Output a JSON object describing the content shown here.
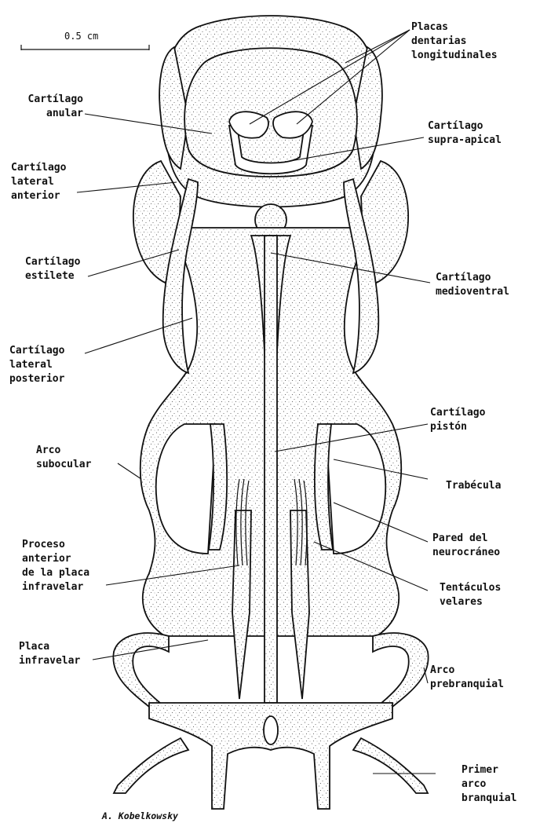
{
  "scale_bar": {
    "label": "0.5 cm"
  },
  "labels": {
    "placas_dentarias": [
      "Placas",
      "dentarias",
      "longitudinales"
    ],
    "cartilago_anular": [
      "Cartílago",
      "anular"
    ],
    "cartilago_supra_apical": [
      "Cartílago",
      "supra-apical"
    ],
    "cartilago_lateral_anterior": [
      "Cartílago",
      "lateral",
      "anterior"
    ],
    "cartilago_estilete": [
      "Cartílago",
      "estilete"
    ],
    "cartilago_medioventral": [
      "Cartílago",
      "medioventral"
    ],
    "cartilago_lateral_posterior": [
      "Cartílago",
      "lateral",
      "posterior"
    ],
    "cartilago_piston": [
      "Cartílago",
      "pistón"
    ],
    "arco_subocular": [
      "Arco",
      "subocular"
    ],
    "trabecula": [
      "Trabécula"
    ],
    "pared_neurocraneo": [
      "Pared del",
      "neurocráneo"
    ],
    "proceso_anterior": [
      "Proceso",
      "anterior",
      "de la placa",
      "infravelar"
    ],
    "tentaculos_velares": [
      "Tentáculos",
      "velares"
    ],
    "placa_infravelar": [
      "Placa",
      "infravelar"
    ],
    "arco_prebranquial": [
      "Arco",
      "prebranquial"
    ],
    "primer_arco_branquial": [
      "Primer",
      "arco",
      "branquial"
    ]
  },
  "credit": "A. Kobelkowsky"
}
